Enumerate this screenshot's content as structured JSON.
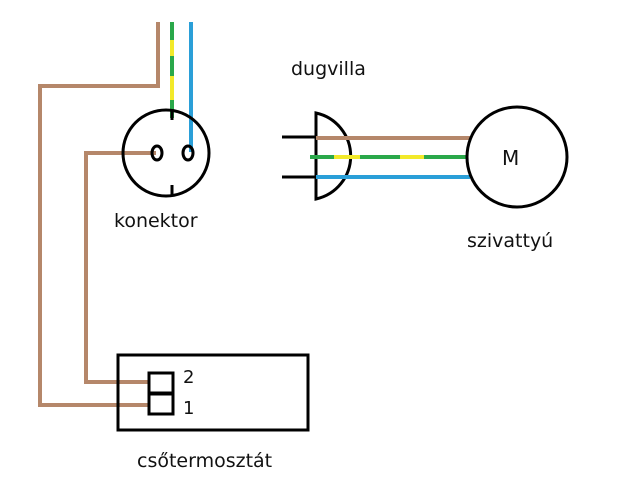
{
  "labels": {
    "plug": "dugvilla",
    "connector": "konektor",
    "pump": "szivattyú",
    "thermostat": "csőtermosztát",
    "motor_symbol": "M",
    "terminal_2": "2",
    "terminal_1": "1"
  },
  "colors": {
    "brown": "#b5876a",
    "green": "#2aa84a",
    "yellow": "#f2e92a",
    "blue": "#2a9fd8",
    "outline": "#000000"
  }
}
